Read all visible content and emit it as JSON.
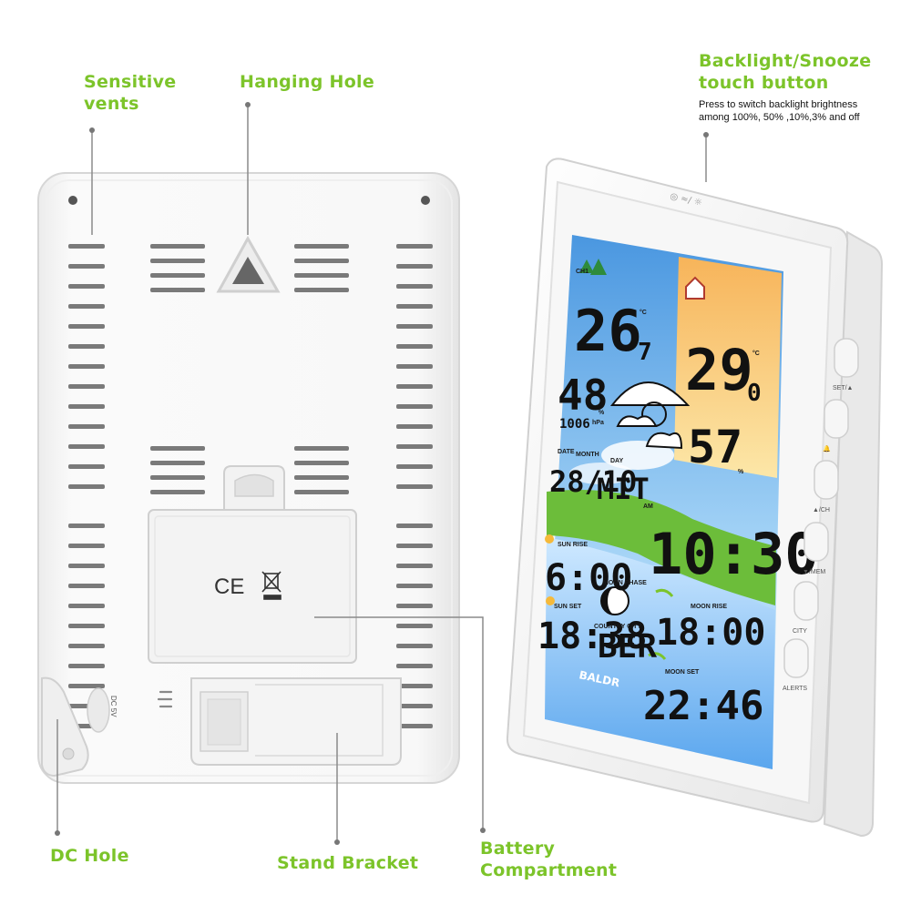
{
  "callouts": {
    "sensitive_vents": "Sensitive\nvents",
    "hanging_hole": "Hanging Hole",
    "backlight": "Backlight/Snooze\ntouch button",
    "backlight_note": "Press to switch backlight brightness\namong 100%, 50% ,10%,3% and off",
    "dc_hole": "DC Hole",
    "stand_bracket": "Stand Bracket",
    "battery": "Battery\nCompartment"
  },
  "back_panel": {
    "ce_mark": "CE",
    "dc_label": "DC 5V"
  },
  "lcd": {
    "channel": "CH1",
    "indoor_temp": "26",
    "indoor_temp_decimal": "7",
    "indoor_temp_unit": "°C",
    "indoor_humidity": "48",
    "humidity_unit": "%",
    "outdoor_temp": "29",
    "outdoor_temp_decimal": "0",
    "outdoor_temp_unit": "°C",
    "outdoor_humidity": "57",
    "pressure": "1006",
    "pressure_unit": "hPa",
    "date_label": "DATE",
    "month_label": "MONTH",
    "day_label": "DAY",
    "date_value": "28/10",
    "day_value": "MIT",
    "am_label": "AM",
    "time": "10:30",
    "sunrise_label": "SUN RISE",
    "sunrise": "6:00",
    "moon_phase_label": "MOON PHASE",
    "sunset_label": "SUN SET",
    "sunset": "18:38",
    "country_city_label": "COUNTRY CITY",
    "city_code": "BER",
    "moonrise_label": "MOON RISE",
    "moonrise": "18:00",
    "moonset_label": "MOON SET",
    "moonset": "22:46",
    "brand": "BALDR"
  },
  "side_buttons": [
    "SET/▲",
    "🔔",
    "▲/CH",
    "▼/MEM",
    "CITY",
    "ALERTS"
  ],
  "colors": {
    "accent_green": "#7cc42a",
    "lcd_blue": "#5ea8e8",
    "lcd_orange": "#f7b45a"
  }
}
